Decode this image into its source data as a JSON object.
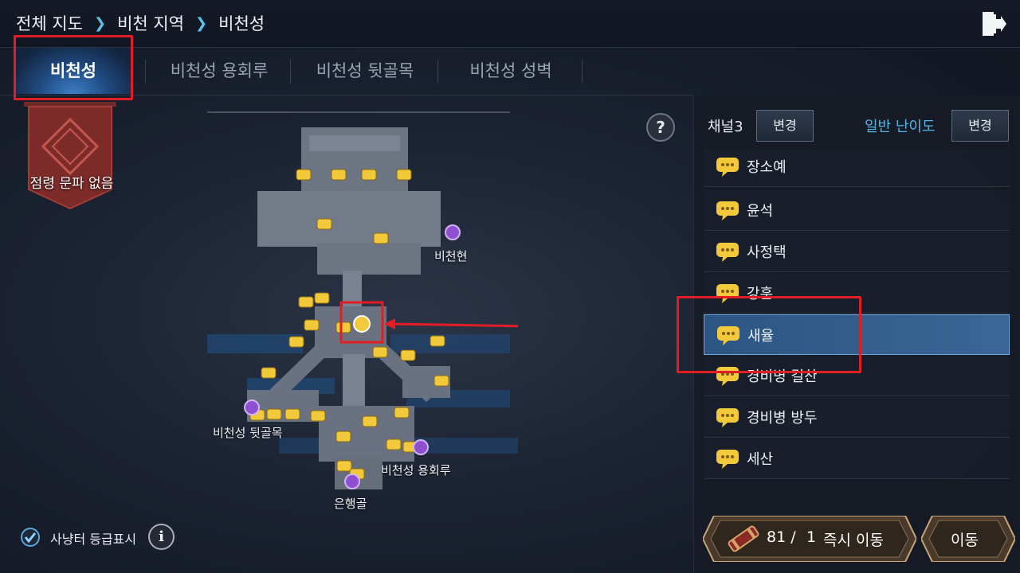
{
  "breadcrumb": [
    "전체 지도",
    "비천 지역",
    "비천성"
  ],
  "tabs": [
    {
      "label": "비천성",
      "active": true
    },
    {
      "label": "비천성 용회루",
      "active": false
    },
    {
      "label": "비천성 뒷골목",
      "active": false
    },
    {
      "label": "비천성 성벽",
      "active": false
    }
  ],
  "banner": {
    "label": "점령 문파 없음"
  },
  "help_label": "?",
  "map": {
    "labels": {
      "bicheonhyeon": "비천현",
      "back_alley": "비천성 뒷골목",
      "yonghoeru": "비천성 용회루",
      "eunhaenggol": "은행골"
    }
  },
  "panel": {
    "channel": "채널3",
    "channel_button": "변경",
    "difficulty": "일반 난이도",
    "difficulty_button": "변경",
    "npcs": [
      "장소예",
      "윤석",
      "사정택",
      "강훈",
      "새율",
      "경비병 길찬",
      "경비병 방두",
      "세산"
    ],
    "selected_npc": "새율"
  },
  "bottom": {
    "grade_label": "사냥터 등급표시",
    "grade_checked": true,
    "info_label": "i",
    "teleport_count": "81 /",
    "teleport_max": "1",
    "teleport_label": "즉시 이동",
    "move_label": "이동"
  },
  "colors": {
    "accent_blue": "#4fb7ea",
    "highlight_red": "#e21d24",
    "npc_marker": "#f3c93c",
    "portal": "#8e4fd0"
  }
}
